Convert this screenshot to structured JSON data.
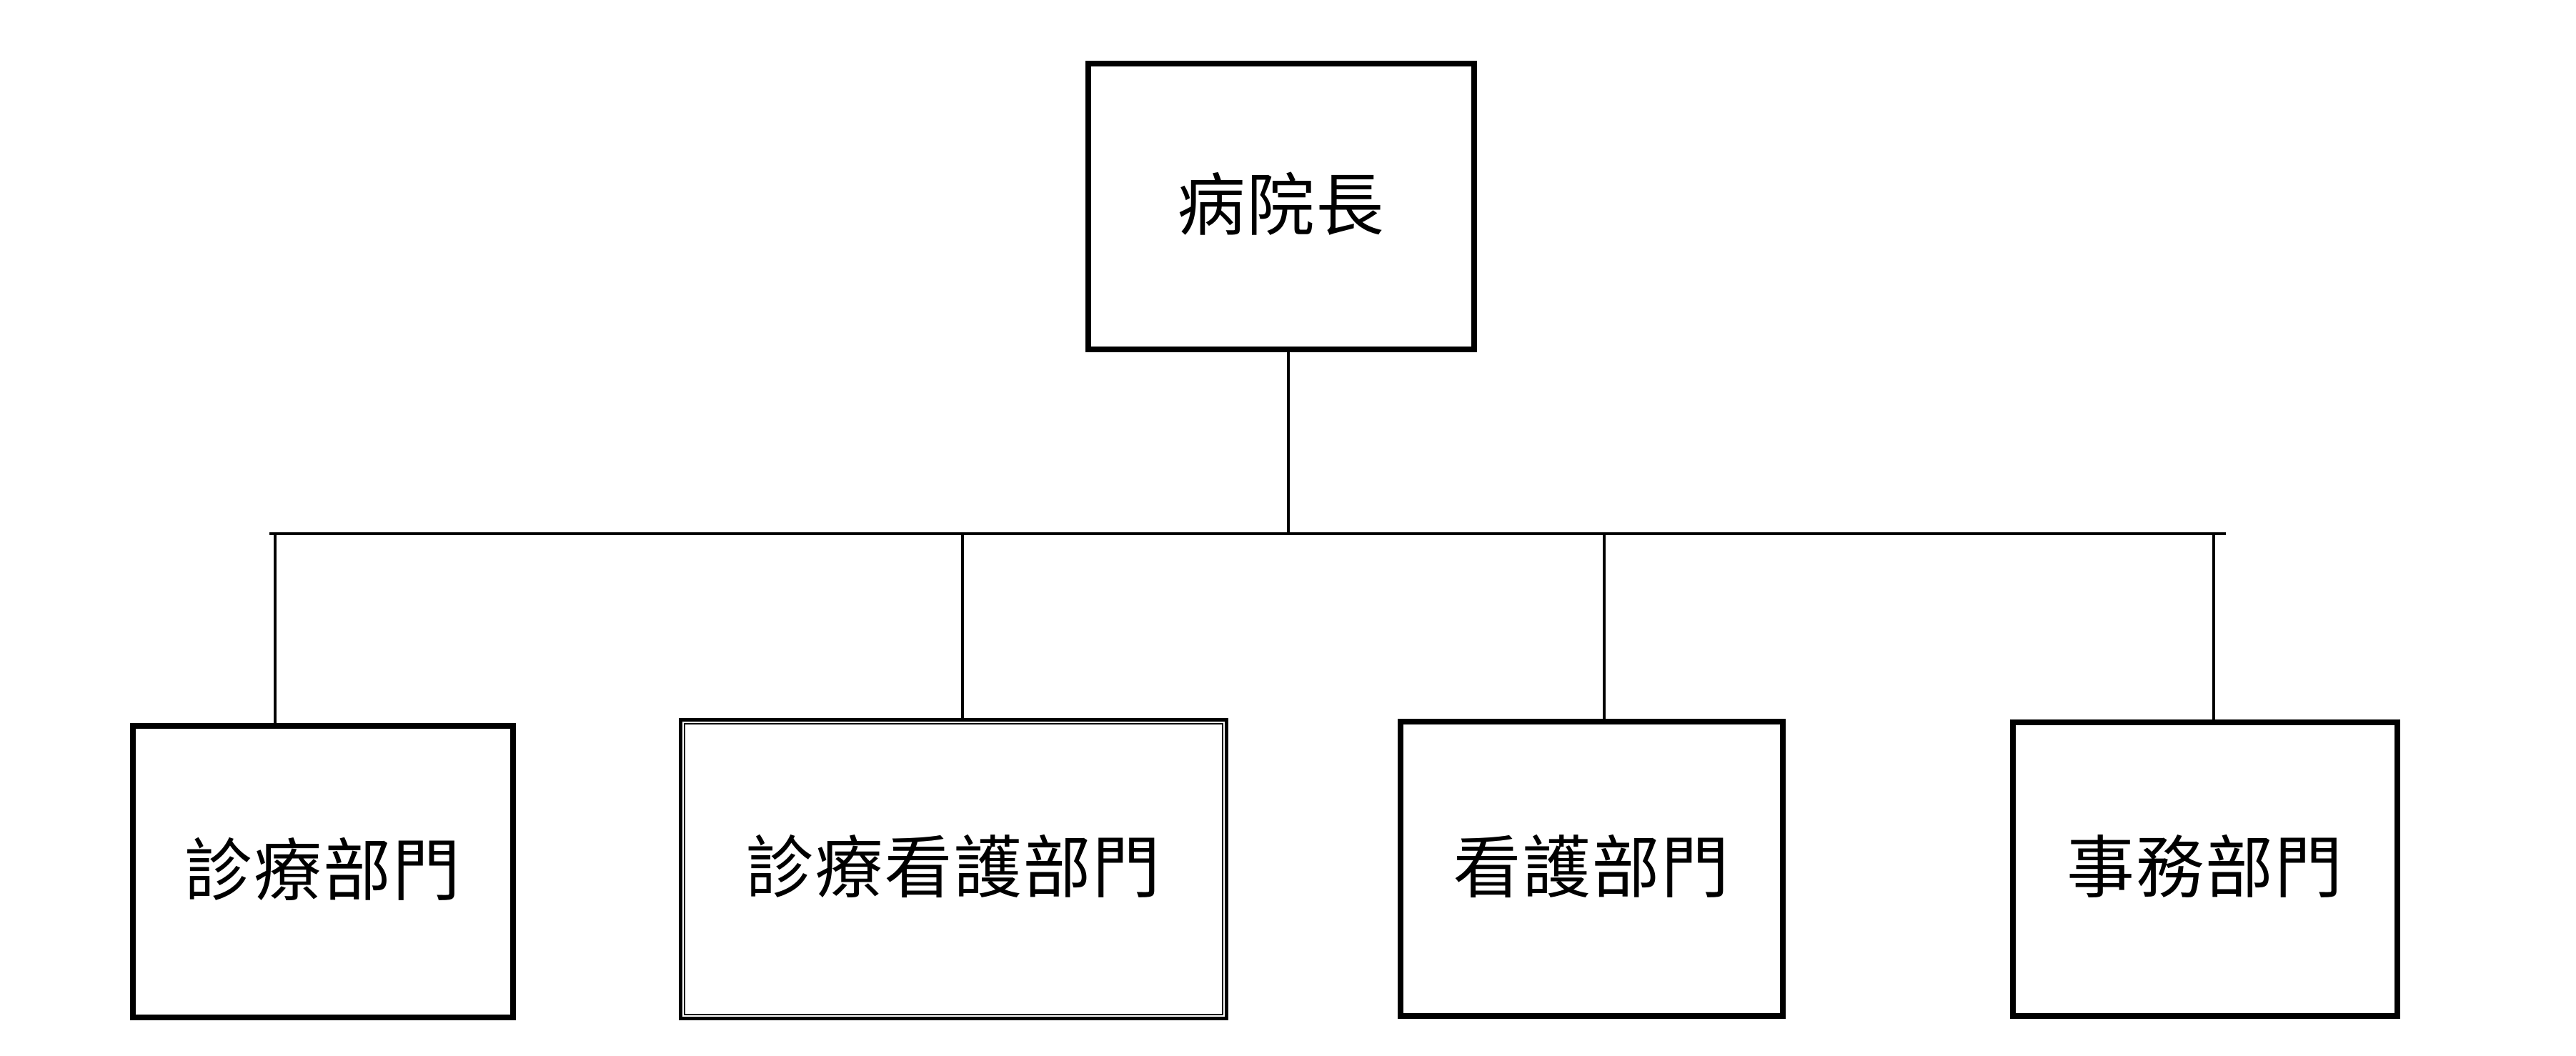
{
  "diagram": {
    "type": "org-chart",
    "colors": {
      "background": "#ffffff",
      "line": "#000000",
      "text": "#000000"
    },
    "root": {
      "label": "病院長"
    },
    "children": [
      {
        "label": "診療部門",
        "border_style": "single"
      },
      {
        "label": "診療看護部門",
        "border_style": "double"
      },
      {
        "label": "看護部門",
        "border_style": "single"
      },
      {
        "label": "事務部門",
        "border_style": "single"
      }
    ]
  }
}
